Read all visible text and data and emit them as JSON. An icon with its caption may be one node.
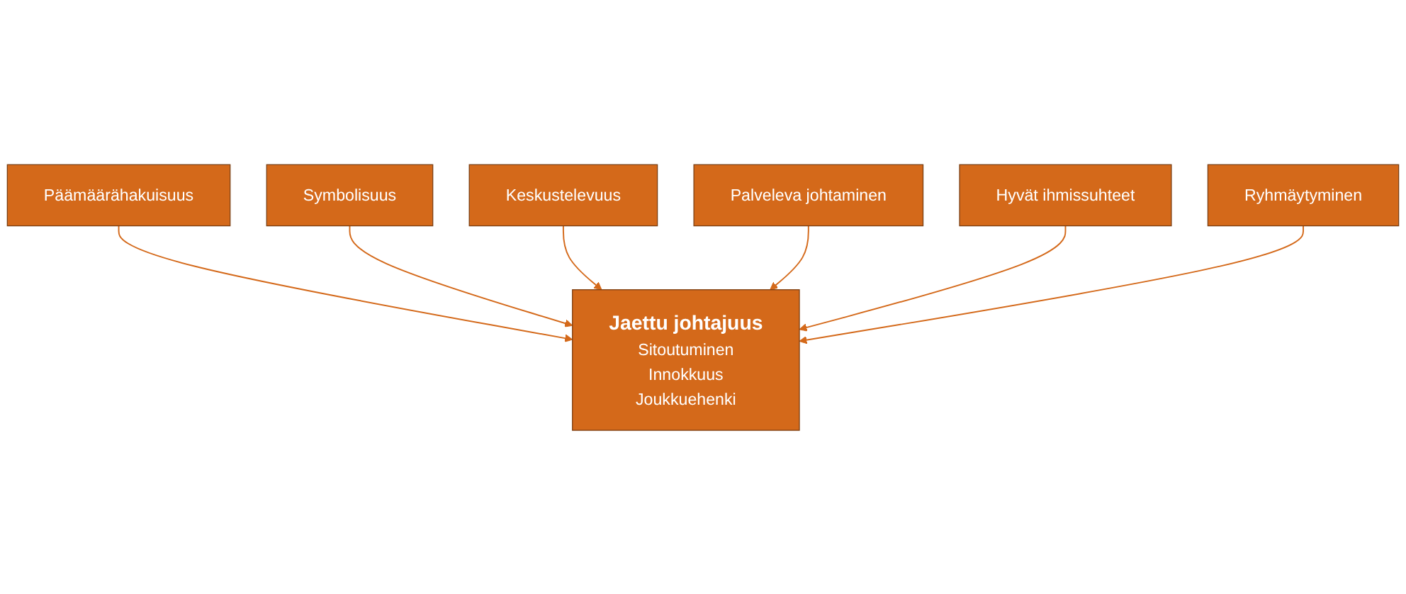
{
  "diagram": {
    "nodes": [
      {
        "text": [
          "Päämäärähakuisuus"
        ]
      },
      {
        "text": [
          "Symbolisuus"
        ]
      },
      {
        "text": [
          "Keskustelevuus"
        ]
      },
      {
        "text": [
          "Jaettu johtajuus",
          "Sitoutuminen",
          "Innokkuus",
          "Joukkuehenki"
        ]
      },
      {
        "text": [
          "Palveleva johtaminen"
        ]
      },
      {
        "text": [
          "Hyvät ihmissuhteet"
        ]
      },
      {
        "text": [
          "Ryhmäytyminen"
        ]
      }
    ],
    "edges": [
      {
        "from": 0,
        "to": 3,
        "arrow": "to"
      },
      {
        "from": 1,
        "to": 3,
        "arrow": "to"
      },
      {
        "from": 2,
        "to": 3,
        "arrow": "to"
      },
      {
        "from": 4,
        "to": 3,
        "arrow": "to"
      },
      {
        "from": 5,
        "to": 3,
        "arrow": "to"
      },
      {
        "from": 6,
        "to": 3,
        "arrow": "to"
      }
    ]
  }
}
